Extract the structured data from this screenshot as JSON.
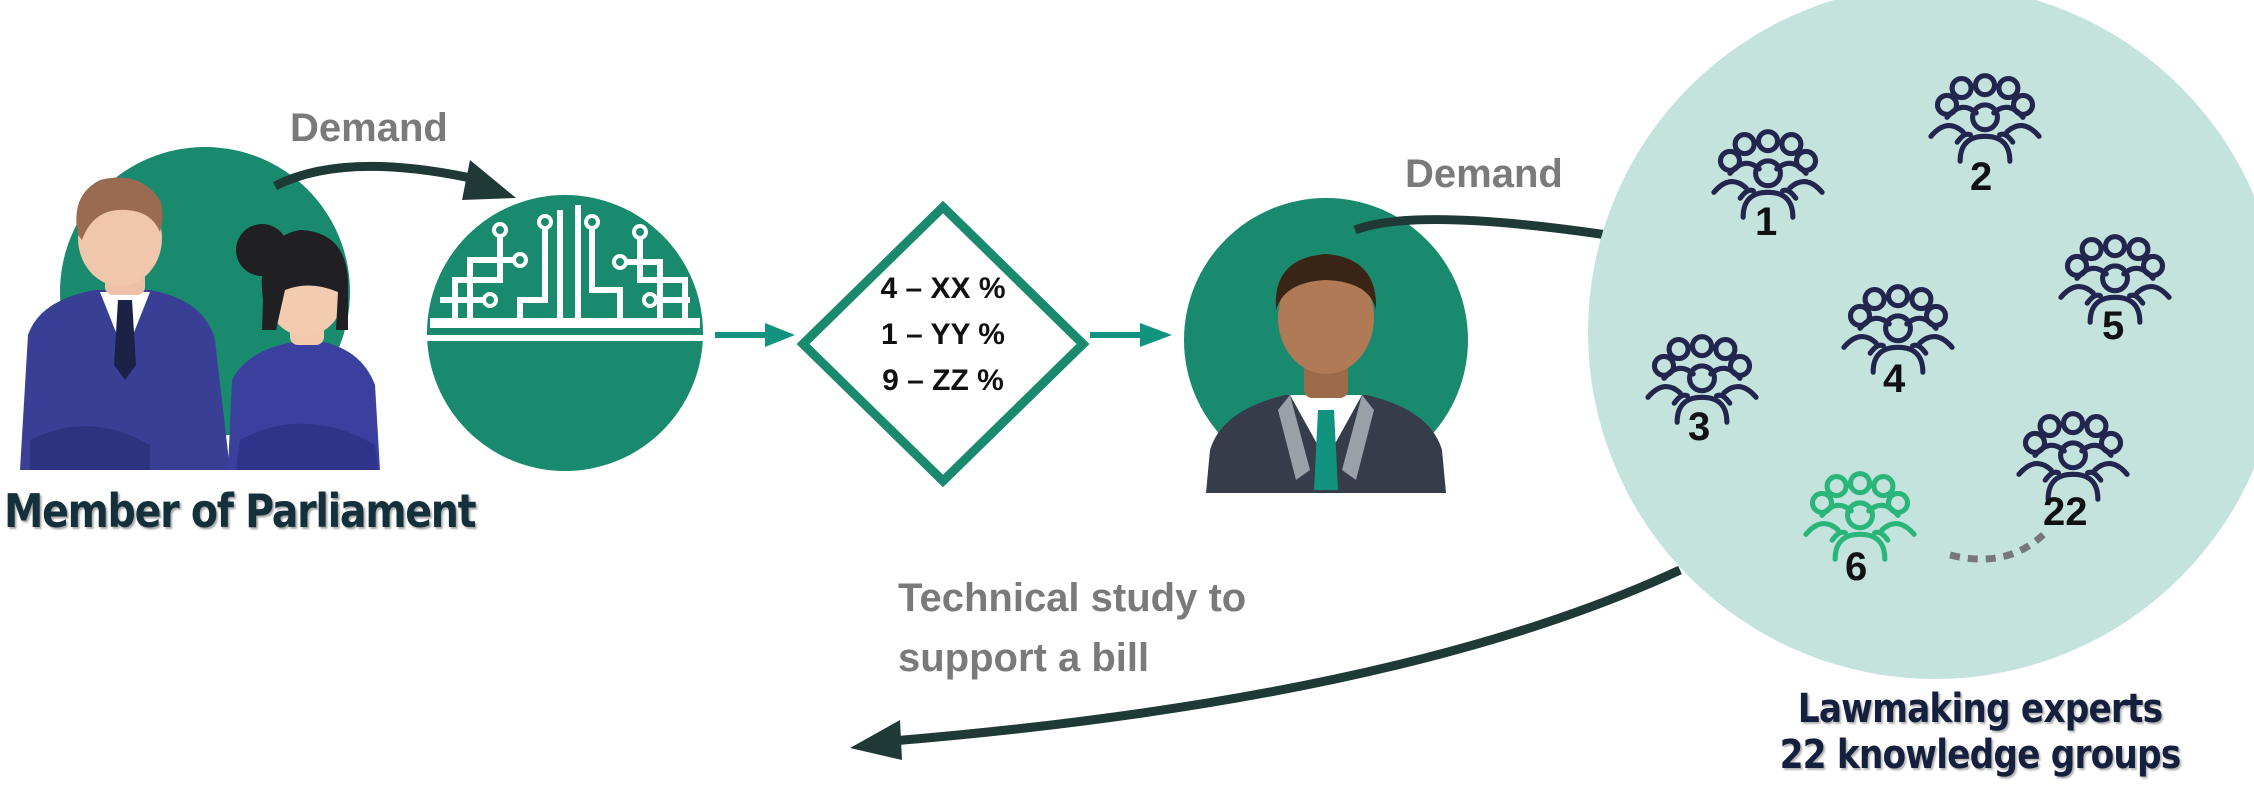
{
  "labels": {
    "demand_left": "Demand",
    "demand_right": "Demand",
    "member": "Member of Parliament",
    "technical_line1": "Technical study to",
    "technical_line2": "support a bill",
    "experts_line1": "Lawmaking experts",
    "experts_line2": "22 knowledge groups"
  },
  "percentages": [
    "4 – XX %",
    "1 – YY %",
    "9 – ZZ %"
  ],
  "groups": [
    "1",
    "2",
    "3",
    "4",
    "5",
    "6",
    "22"
  ],
  "colors": {
    "primary_green": "#198a6e",
    "light_circle": "#c5e3dd",
    "group_navy": "#22264f",
    "group_green": "#2ab67a",
    "arrow_dark": "#1f3a36",
    "teal_arrow": "#12937f"
  }
}
